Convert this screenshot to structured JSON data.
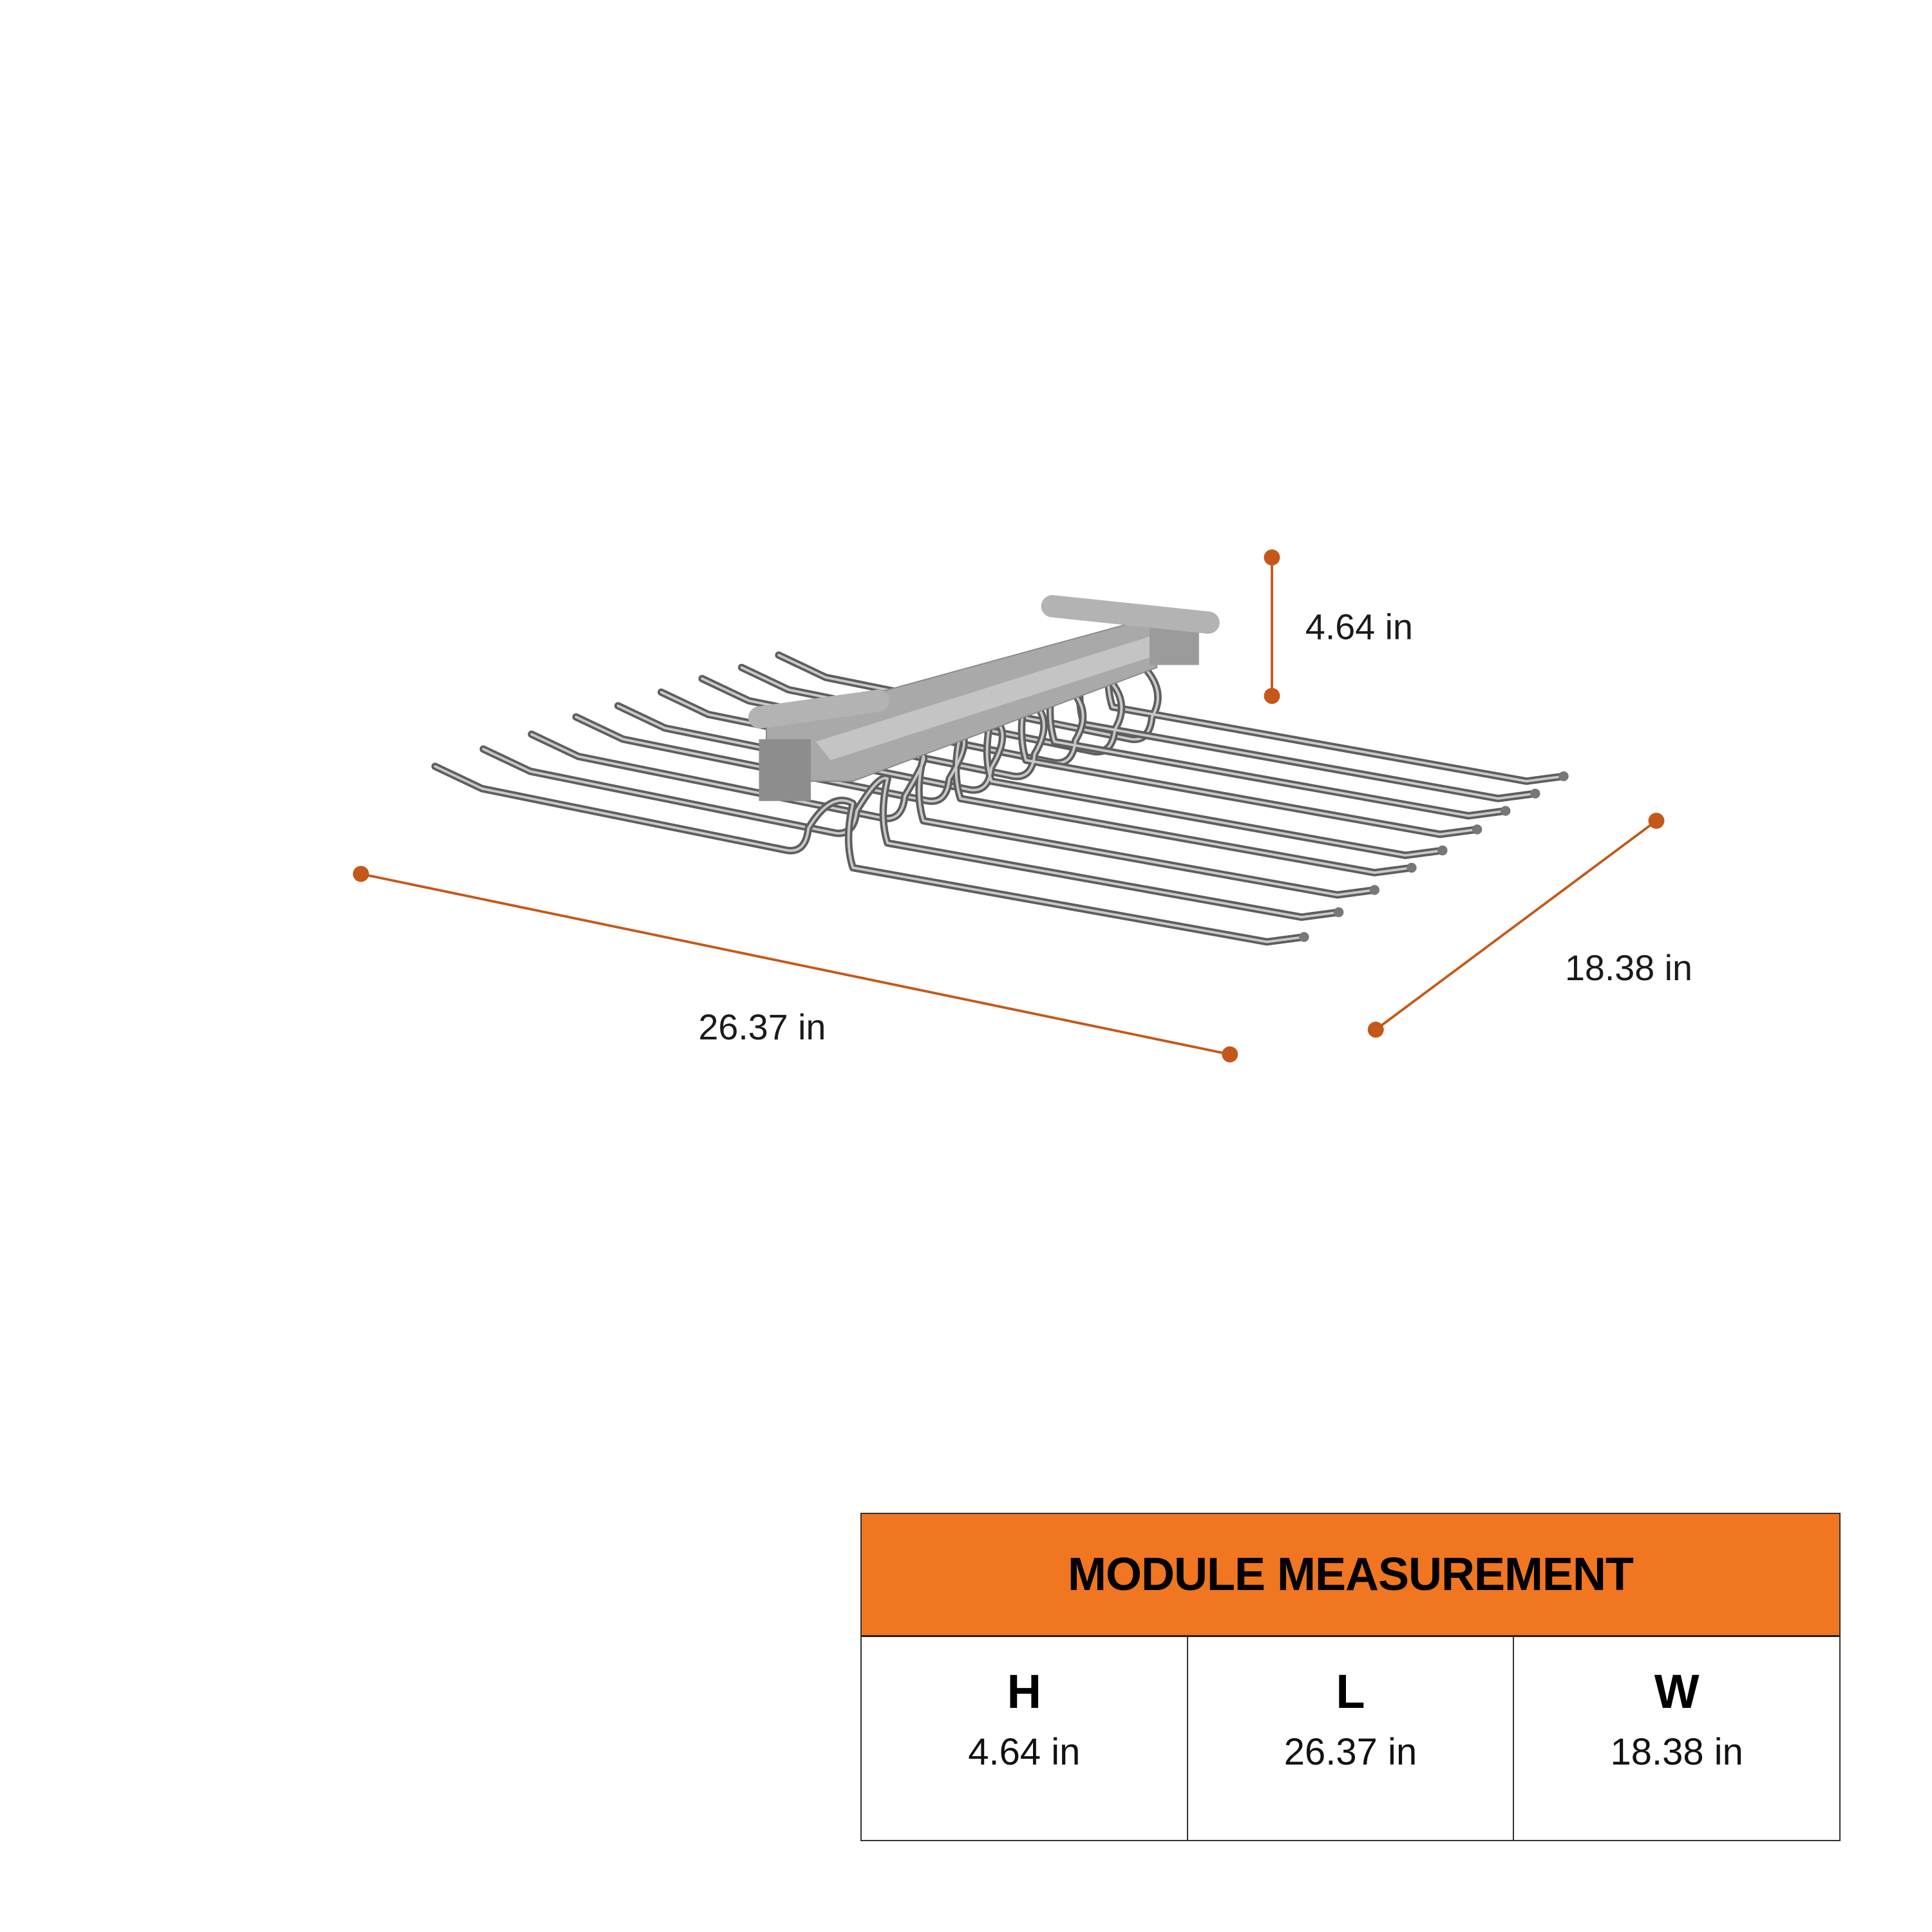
{
  "dimensions": {
    "height": "4.64 in",
    "length": "26.37 in",
    "width": "18.38 in"
  },
  "table": {
    "title": "MODULE MEASUREMENT",
    "columns": [
      {
        "key": "H",
        "value": "4.64 in"
      },
      {
        "key": "L",
        "value": "26.37 in"
      },
      {
        "key": "W",
        "value": "18.38 in"
      }
    ]
  },
  "colors": {
    "accent": "#F07621",
    "dimension_line": "#C4581A",
    "metal": "#8a8a8a"
  }
}
